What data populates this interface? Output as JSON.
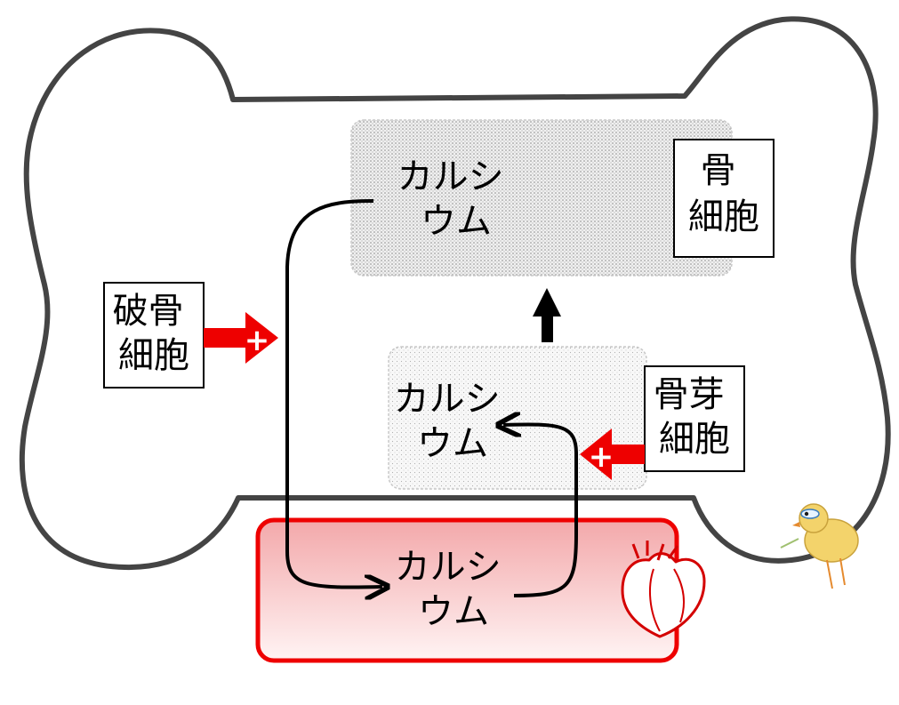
{
  "labels": {
    "calcium_bone": [
      "カルシ",
      "ウム"
    ],
    "calcium_new": [
      "カルシ",
      "ウム"
    ],
    "calcium_blood": [
      "カルシ",
      "ウム"
    ],
    "osteocyte": [
      "骨",
      "細胞"
    ],
    "osteoclast": [
      "破骨",
      "細胞"
    ],
    "osteoblast": [
      "骨芽",
      "細胞"
    ],
    "plus_sign": "+"
  },
  "colors": {
    "bone_outline": "#444444",
    "red_accent": "#ee0000",
    "blood_fill_top": "#f3a8aa",
    "blood_fill_bottom": "#fff4f4",
    "calcium_box_fill": "#dcdcdc",
    "arrow": "#000000"
  },
  "icons": {
    "heart": "heart-icon",
    "chick": "chick-icon"
  }
}
